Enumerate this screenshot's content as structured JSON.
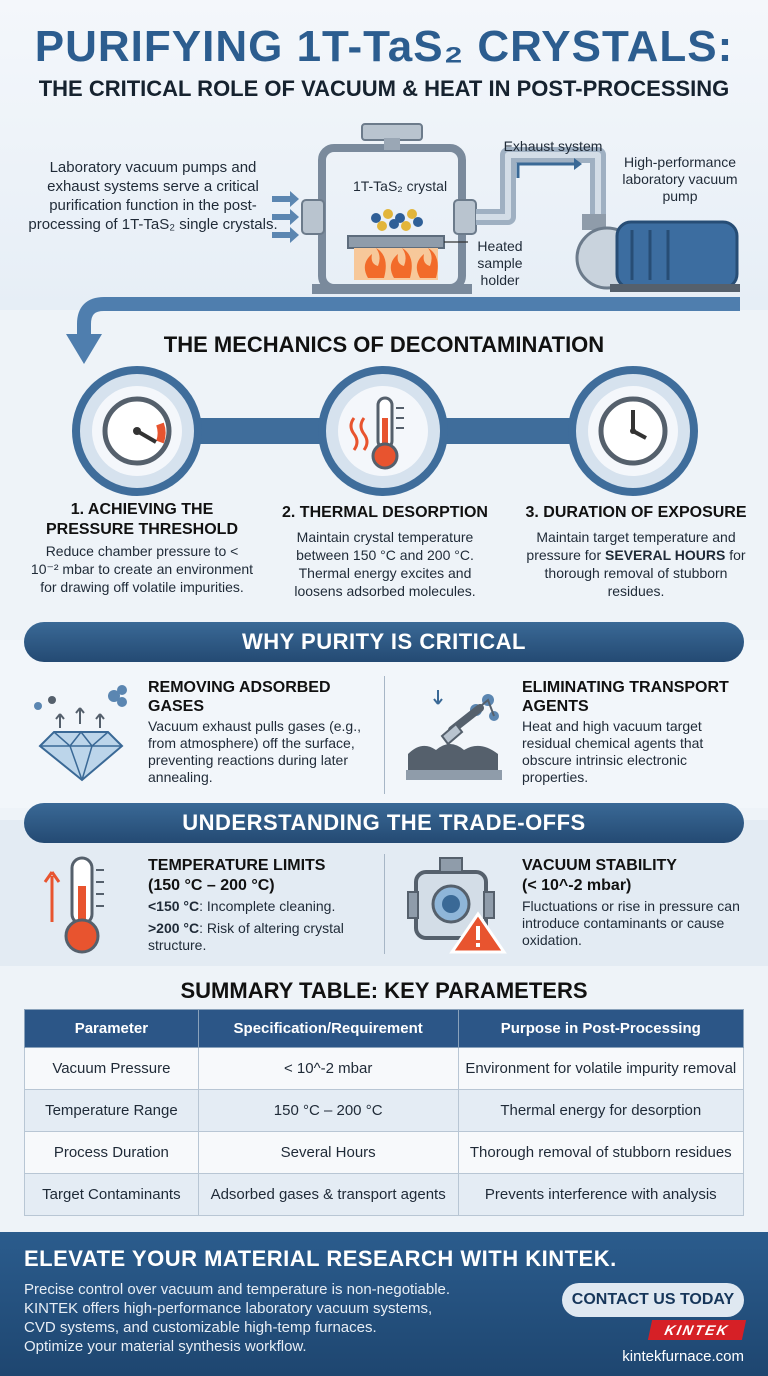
{
  "header": {
    "title": "PURIFYING 1T-TaS₂ CRYSTALS:",
    "subtitle": "THE CRITICAL ROLE OF VACUUM & HEAT IN POST-PROCESSING",
    "intro": "Laboratory vacuum pumps and exhaust systems serve a critical purification function in the post-processing of 1T-TaS₂ single crystals."
  },
  "diagram": {
    "crystal_label": "1T-TaS₂ crystal",
    "exhaust_label": "Exhaust system",
    "pump_label": "High-performance laboratory vacuum pump",
    "holder_label": "Heated sample holder"
  },
  "mechanics": {
    "title": "THE MECHANICS OF DECONTAMINATION",
    "steps": [
      {
        "heading": "1. ACHIEVING THE PRESSURE THRESHOLD",
        "text": "Reduce chamber pressure to < 10⁻² mbar to create an environment for drawing off volatile impurities.",
        "icon": "pressure-gauge-icon"
      },
      {
        "heading": "2. THERMAL DESORPTION",
        "text": "Maintain crystal temperature between 150 °C and 200 °C. Thermal energy excites and loosens adsorbed molecules.",
        "icon": "thermometer-icon"
      },
      {
        "heading": "3. DURATION OF EXPOSURE",
        "text_before": "Maintain target temperature and pressure for ",
        "text_bold": "SEVERAL HOURS",
        "text_after": " for thorough removal of stubborn residues.",
        "icon": "clock-icon"
      }
    ]
  },
  "purity": {
    "title": "WHY PURITY IS CRITICAL",
    "cards": [
      {
        "title": "REMOVING ADSORBED GASES",
        "text": "Vacuum exhaust pulls gases (e.g., from atmosphere) off the surface, preventing reactions during later annealing.",
        "icon": "crystal-gas-icon"
      },
      {
        "title": "ELIMINATING TRANSPORT AGENTS",
        "text": "Heat and high vacuum target residual chemical agents that obscure intrinsic electronic properties.",
        "icon": "residue-scraper-icon"
      }
    ]
  },
  "tradeoffs": {
    "title": "UNDERSTANDING THE TRADE-OFFS",
    "cards": [
      {
        "title": "TEMPERATURE LIMITS",
        "subtitle": "(150 °C – 200 °C)",
        "line1_bold": "<150 °C",
        "line1": ": Incomplete cleaning.",
        "line2_bold": ">200 °C",
        "line2": ": Risk of altering crystal structure.",
        "icon": "thermometer-up-icon"
      },
      {
        "title": "VACUUM STABILITY",
        "subtitle": "(< 10^-2 mbar)",
        "text": "Fluctuations or rise in pressure can introduce contaminants or cause oxidation.",
        "icon": "vacuum-warning-icon"
      }
    ]
  },
  "table": {
    "title": "SUMMARY TABLE: KEY PARAMETERS",
    "headers": [
      "Parameter",
      "Specification/Requirement",
      "Purpose in Post-Processing"
    ],
    "rows": [
      [
        "Vacuum Pressure",
        "< 10^-2 mbar",
        "Environment for volatile impurity removal"
      ],
      [
        "Temperature Range",
        "150 °C – 200 °C",
        "Thermal energy for desorption"
      ],
      [
        "Process Duration",
        "Several Hours",
        "Thorough removal of stubborn residues"
      ],
      [
        "Target Contaminants",
        "Adsorbed gases & transport agents",
        "Prevents interference with analysis"
      ]
    ]
  },
  "footer": {
    "title": "ELEVATE YOUR MATERIAL RESEARCH WITH KINTEK.",
    "lines": [
      "Precise control over vacuum and temperature is non-negotiable.",
      "KINTEK offers high-performance laboratory vacuum systems,",
      "CVD systems, and customizable high-temp furnaces.",
      "Optimize your material synthesis workflow."
    ],
    "cta": "CONTACT US TODAY",
    "logo": "KINTEK",
    "website": "kintekfurnace.com"
  },
  "colors": {
    "primary": "#2c5d8f",
    "banner": "#2c5687",
    "accent": "#d62026",
    "flame": "#f26b2a"
  }
}
